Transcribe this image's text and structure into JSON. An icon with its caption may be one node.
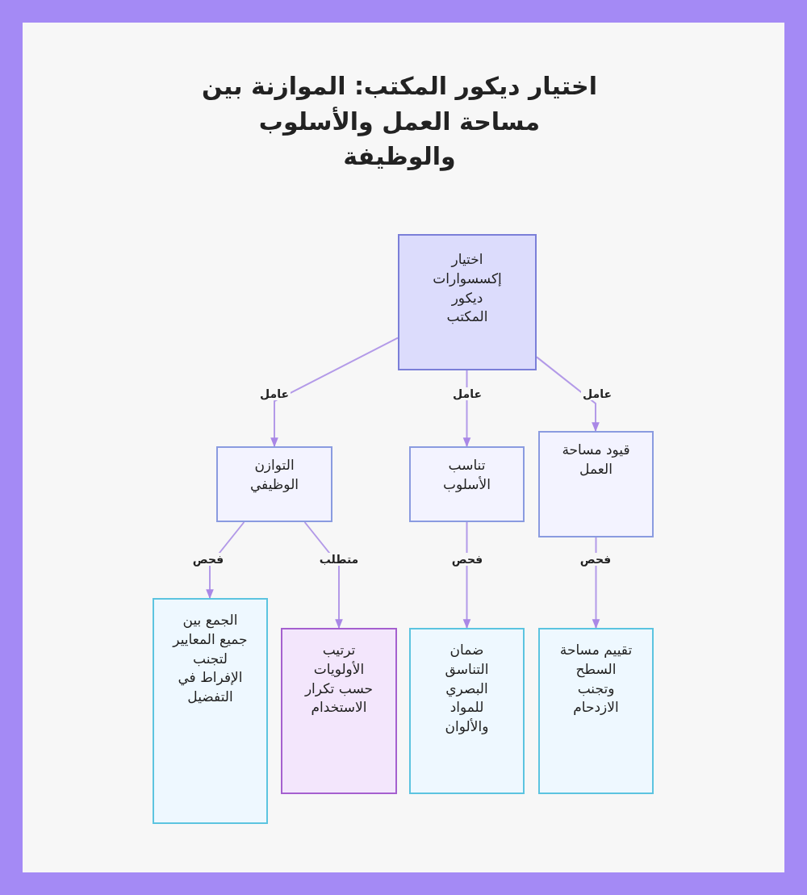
{
  "diagram": {
    "title": "اختيار ديكور المكتب: الموازنة بين مساحة العمل والأسلوب والوظيفة",
    "nodes": [
      {
        "text": [
          "اختيار إكسسوارات ديكور المكتب"
        ]
      },
      {
        "text": [
          "التوازن الوظيفي"
        ]
      },
      {
        "text": [
          "تناسب الأسلوب"
        ]
      },
      {
        "text": [
          "قيود مساحة العمل"
        ]
      },
      {
        "text": [
          "الجمع بين جميع المعايير لتجنب الإفراط في التفضيل"
        ]
      },
      {
        "text": [
          "ترتيب الأولويات حسب تكرار الاستخدام"
        ]
      },
      {
        "text": [
          "ضمان التناسق البصري للمواد والألوان"
        ]
      },
      {
        "text": [
          "تقييم مساحة السطح وتجنب الازدحام"
        ]
      }
    ],
    "edges": [
      {
        "from": 0,
        "to": 1,
        "arrow": "to",
        "label": "عامل"
      },
      {
        "from": 0,
        "to": 2,
        "arrow": "to",
        "label": "عامل"
      },
      {
        "from": 0,
        "to": 3,
        "arrow": "to",
        "label": "عامل"
      },
      {
        "from": 1,
        "to": 4,
        "arrow": "to",
        "label": "فحص"
      },
      {
        "from": 1,
        "to": 5,
        "arrow": "to",
        "label": "متطلب"
      },
      {
        "from": 2,
        "to": 6,
        "arrow": "to",
        "label": "فحص"
      },
      {
        "from": 3,
        "to": 7,
        "arrow": "to",
        "label": "فحص"
      }
    ]
  }
}
